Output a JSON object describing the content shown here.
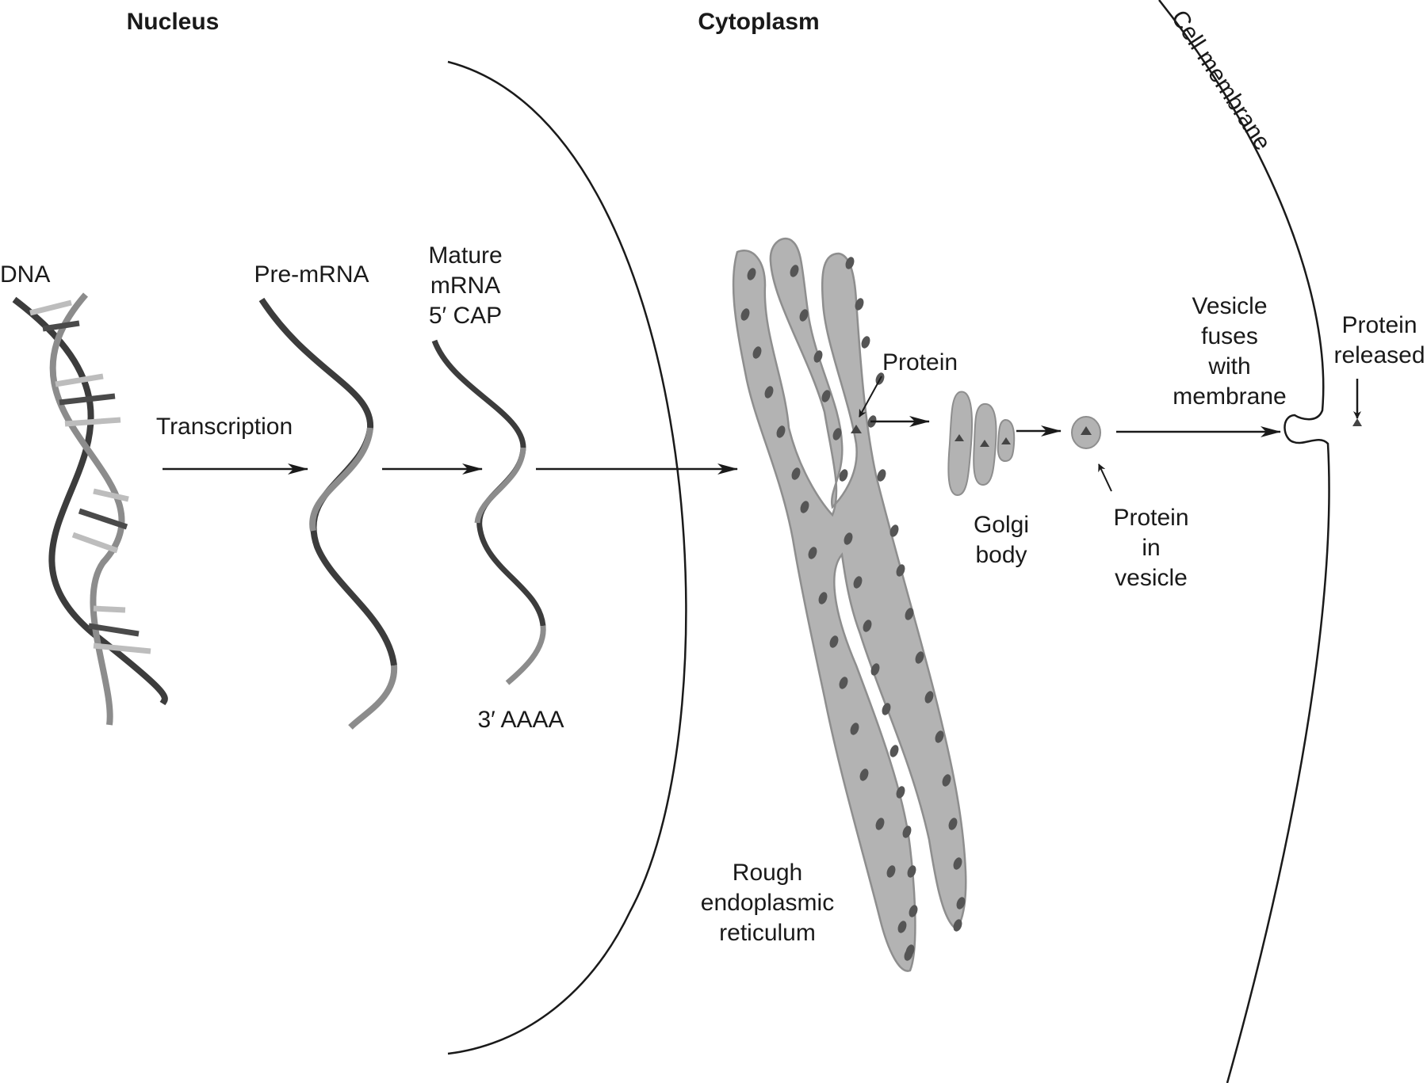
{
  "regions": {
    "nucleus": "Nucleus",
    "cytoplasm": "Cytoplasm",
    "cell_membrane": "Cell membrane"
  },
  "labels": {
    "dna": "DNA",
    "pre_mrna": "Pre-mRNA",
    "transcription": "Transcription",
    "mature_mrna": [
      "Mature",
      "mRNA",
      "5′ CAP"
    ],
    "poly_a": "3′ AAAA",
    "protein": "Protein",
    "golgi": [
      "Golgi",
      "body"
    ],
    "protein_in_vesicle": [
      "Protein",
      "in",
      "vesicle"
    ],
    "vesicle_fuses": [
      "Vesicle",
      "fuses",
      "with",
      "membrane"
    ],
    "protein_released": [
      "Protein",
      "released"
    ],
    "rough_er": [
      "Rough",
      "endoplasmic",
      "reticulum"
    ]
  },
  "colors": {
    "line": "#1a1a1a",
    "strand_dark": "#3c3c3c",
    "strand_light": "#8c8c8c",
    "rung_light": "#bdbdbd",
    "organelle_fill": "#b3b3b3",
    "organelle_edge": "#8e8e8e",
    "ribosome": "#555555"
  }
}
